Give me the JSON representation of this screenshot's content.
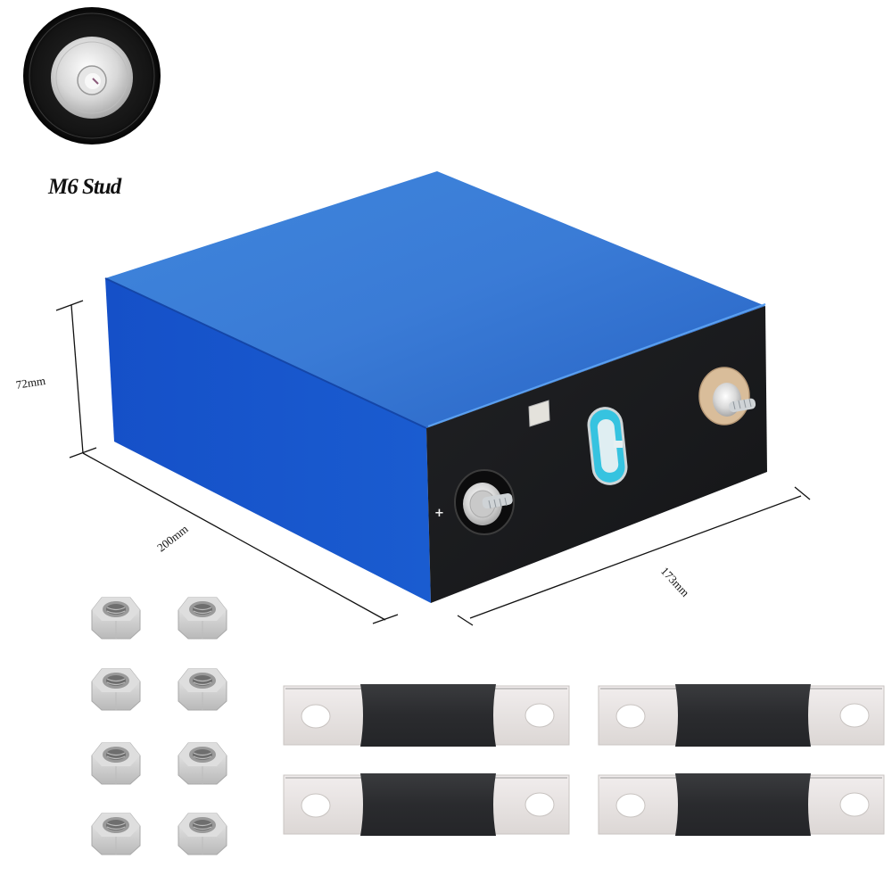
{
  "product": {
    "type": "Prismatic LiFePO4 battery cell with accessories",
    "body_color": "#1e5fc8",
    "front_face_color": "#1c1d20"
  },
  "inset": {
    "title": "M6 Stud",
    "icon": "terminal-stud-closeup"
  },
  "dimensions": {
    "height": "72mm",
    "length": "200mm",
    "width": "173mm"
  },
  "terminals": {
    "positive_marker": "+",
    "positive_ring_color": "#111111",
    "negative_ring_color": "#d9bd9a",
    "vent_color": "#36c3e0"
  },
  "accessories": {
    "nuts": {
      "count": 8,
      "layout": "4 rows × 2 columns"
    },
    "busbars": {
      "count": 4,
      "layout": "2 rows × 2 columns"
    }
  }
}
